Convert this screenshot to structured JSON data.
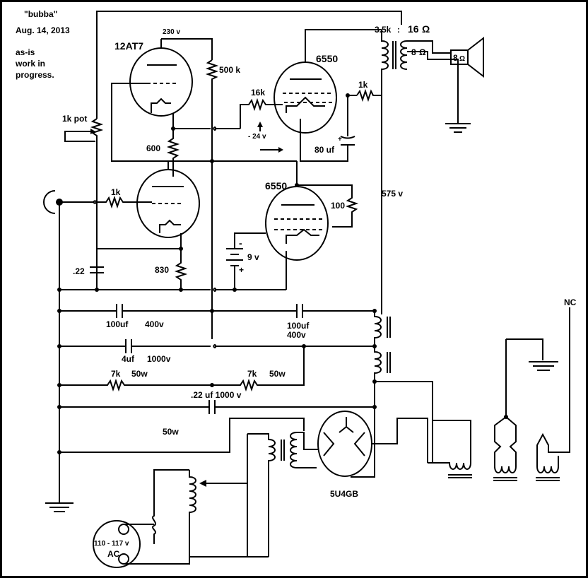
{
  "notes": {
    "name": "\"bubba\"",
    "date": "Aug. 14, 2013",
    "status_line1": "as-is",
    "status_line2": "work in",
    "status_line3": "progress."
  },
  "tubes": {
    "preamp": "12AT7",
    "power_top": "6550",
    "power_bottom": "6550",
    "rectifier": "5U4GB"
  },
  "labels": {
    "v230": "230 v",
    "r500k": "500 k",
    "r16k": "16k",
    "r1k_top": "1k",
    "ot_primary": "3.5k",
    "ot_colon": ":",
    "ot_16": "16",
    "ot_8": "8",
    "spk_8": "8",
    "ohm": "Ω",
    "pot": "1k pot",
    "r600": "600",
    "neg24": "- 24 v",
    "c80": "80 uf",
    "r1k_in": "1k",
    "v575": "575 v",
    "r100": "100",
    "bat_neg": "-",
    "bat_9v": "9 v",
    "bat_pos": "+",
    "c22": ".22",
    "r830": "830",
    "c100a": "100uf",
    "c100a_v": "400v",
    "c100b": "100uf",
    "c100b_v": "400v",
    "c4": "4uf",
    "c4_v": "1000v",
    "r7k_a": "7k",
    "r7k_a_w": "50w",
    "r7k_b": "7k",
    "r7k_b_w": "50w",
    "c22_1000": ".22 uf 1000 v",
    "w50": "50w",
    "nc": "NC",
    "ac1": "110 - 117 v",
    "ac2": "AC",
    "cap_plus": "+"
  }
}
